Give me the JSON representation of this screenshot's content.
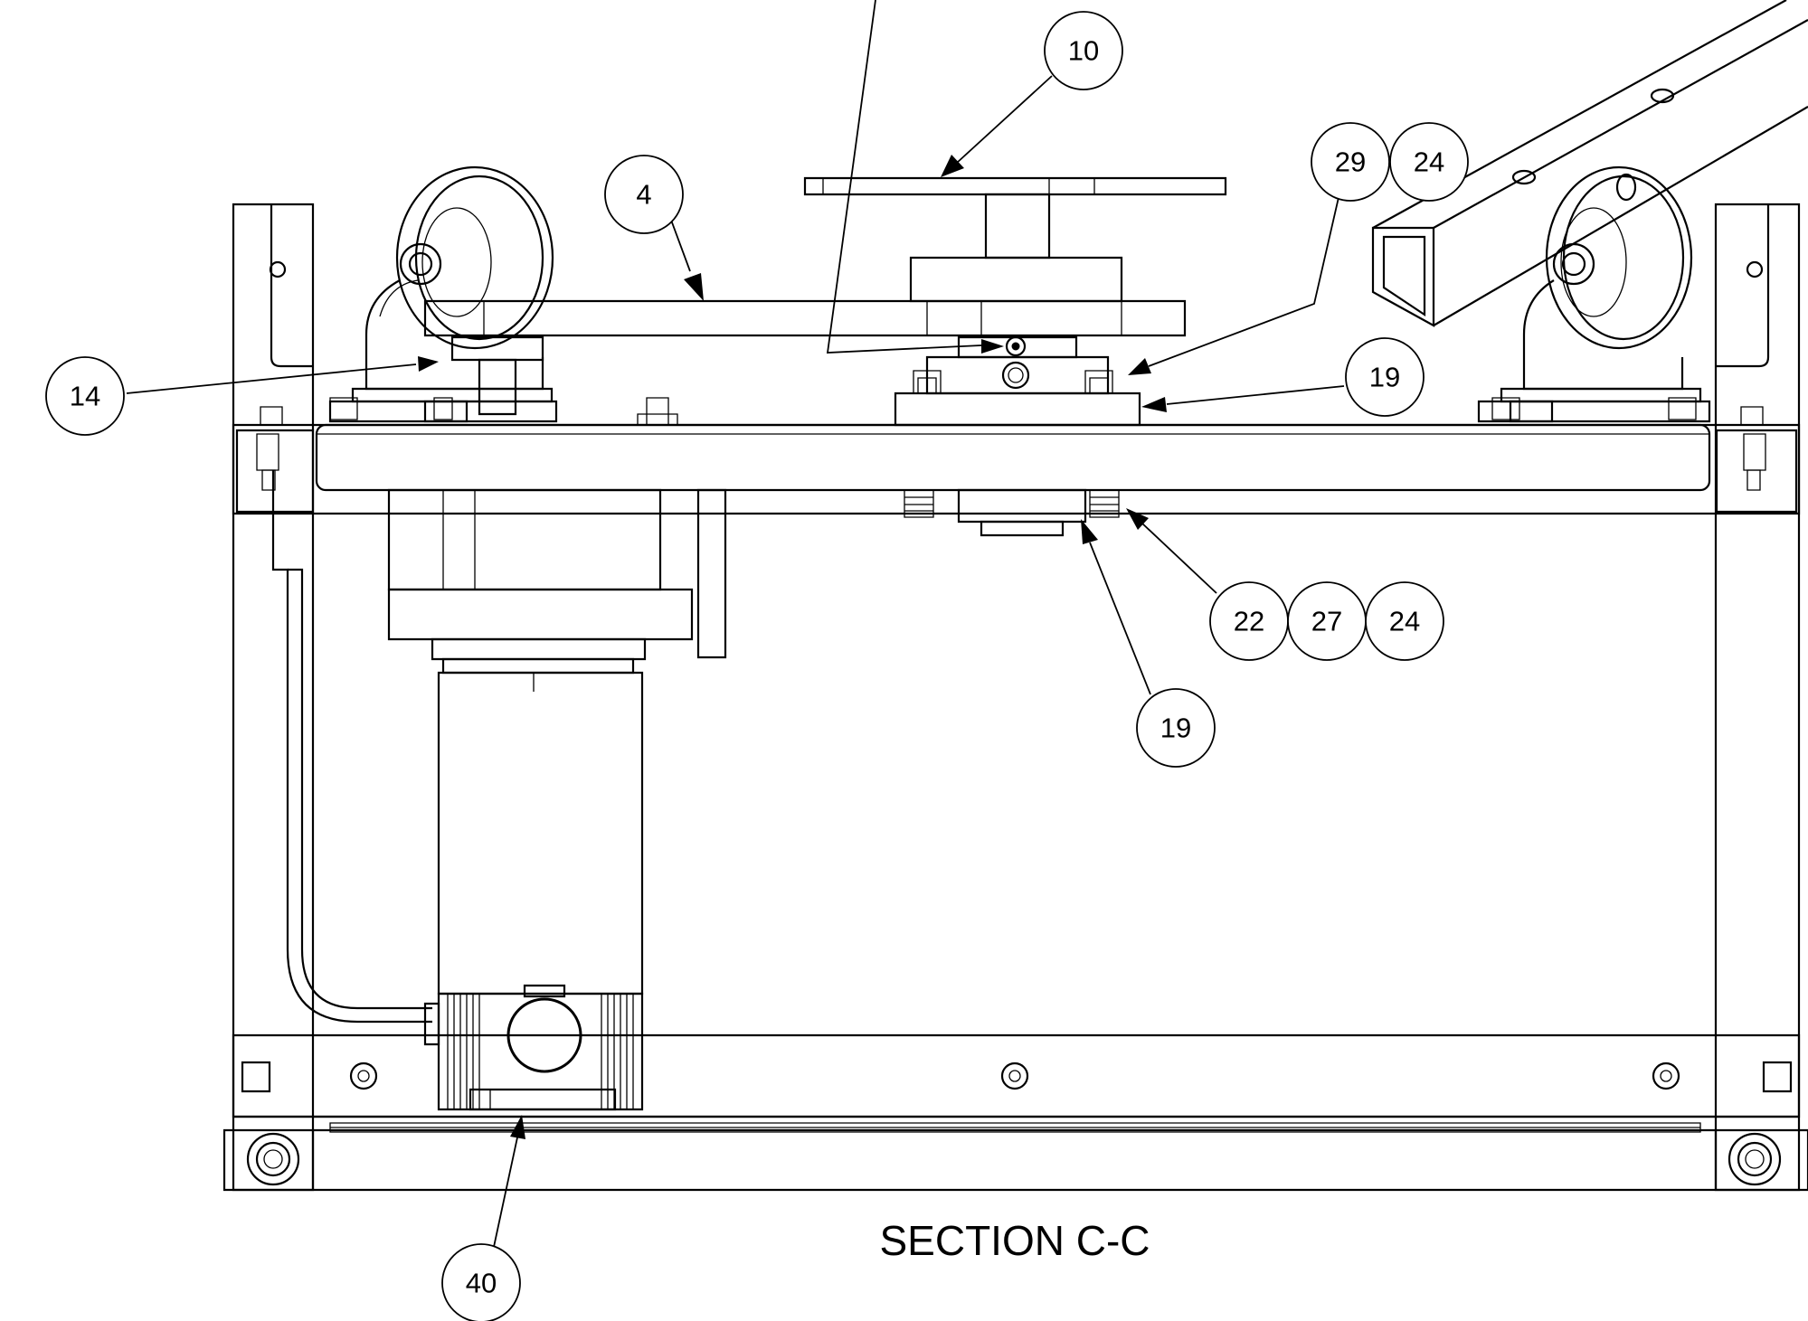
{
  "drawing": {
    "section_title": "SECTION C-C",
    "callouts": [
      {
        "id": "c10",
        "label": "10"
      },
      {
        "id": "c4",
        "label": "4"
      },
      {
        "id": "c29",
        "label": "29"
      },
      {
        "id": "c24a",
        "label": "24"
      },
      {
        "id": "c14",
        "label": "14"
      },
      {
        "id": "c19a",
        "label": "19"
      },
      {
        "id": "c22",
        "label": "22"
      },
      {
        "id": "c27",
        "label": "27"
      },
      {
        "id": "c24b",
        "label": "24"
      },
      {
        "id": "c19b",
        "label": "19"
      },
      {
        "id": "c40",
        "label": "40"
      }
    ]
  }
}
